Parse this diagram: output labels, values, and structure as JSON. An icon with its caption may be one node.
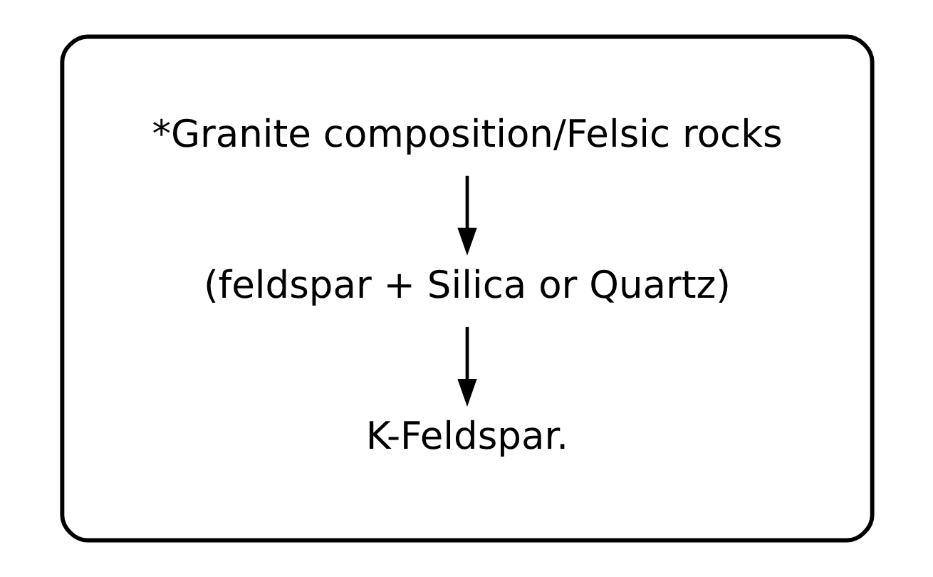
{
  "diagram": {
    "nodes": [
      {
        "text": [],
        "shape": "cloud"
      },
      {
        "text": [
          "*Granite composition/Felsic rocks"
        ],
        "in": 0
      },
      {
        "text": [
          "(feldspar + Silica or Quartz)"
        ],
        "in": 0
      },
      {
        "text": [
          "K-Feldspar."
        ],
        "in": 0
      }
    ],
    "edges": [
      {
        "from": 1,
        "to": 2,
        "arrow": "to"
      },
      {
        "from": 2,
        "to": 3,
        "arrow": "to"
      }
    ]
  }
}
